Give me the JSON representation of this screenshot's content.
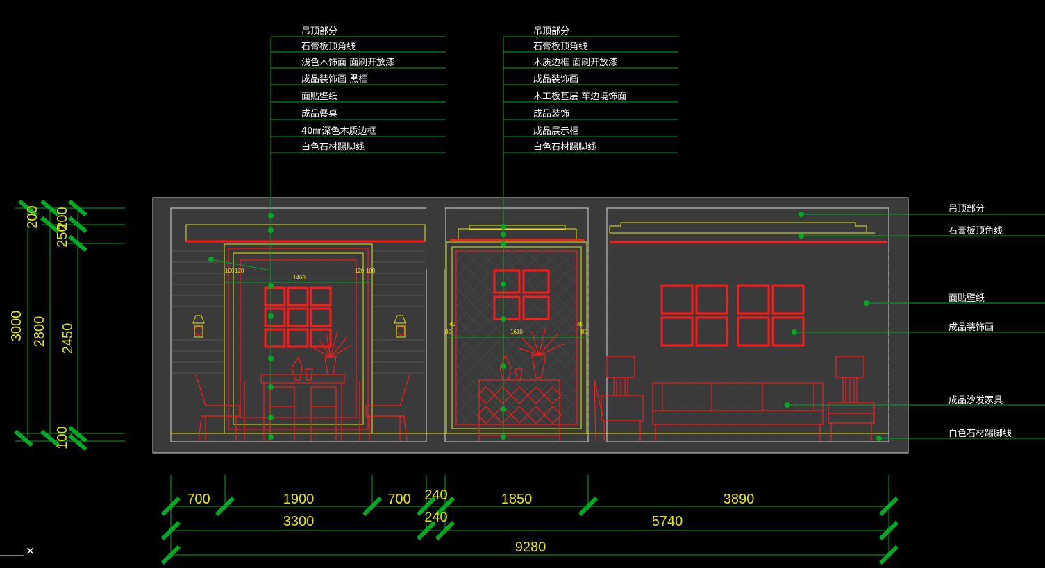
{
  "callouts_left": [
    "吊顶部分",
    "石膏板顶角线",
    "浅色木饰面 面刷开放漆",
    "成品装饰画 黑框",
    "面贴壁纸",
    "成品餐桌",
    "40㎜深色木质边框",
    "白色石材踢脚线"
  ],
  "callouts_middle": [
    "吊顶部分",
    "石膏板顶角线",
    "木质边框 面刷开放漆",
    "成品装饰画",
    "木工板基层 车边境饰面",
    "成品装饰",
    "成品展示柜",
    "白色石材踢脚线"
  ],
  "callouts_right": [
    "吊顶部分",
    "石膏板顶角线",
    "面贴壁纸",
    "成品装饰画",
    "成品沙发家具",
    "白色石材踢脚线"
  ],
  "vertical_dims": {
    "outer_total": "3000",
    "second": "2800",
    "third": "2450",
    "top_a": "200",
    "top_b": "250",
    "top_c": "200",
    "bottom": "100"
  },
  "horizontal_dims": {
    "row1": [
      "700",
      "1900",
      "700",
      "240",
      "1850",
      "3890"
    ],
    "row2": [
      "3300",
      "240",
      "5740"
    ],
    "row3": [
      "9280"
    ]
  },
  "inner_dims": {
    "left_width": "1460",
    "left_a": "100",
    "left_b": "120",
    "left_c": "120",
    "left_d": "100",
    "middle_width": "1610",
    "middle_a": "40",
    "middle_b": "80",
    "middle_c": "40",
    "middle_d": "80"
  },
  "cursor_glyph": "✕"
}
